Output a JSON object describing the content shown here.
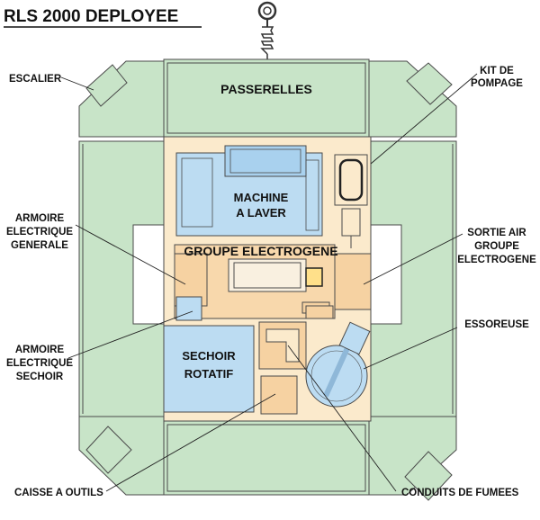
{
  "title": "RLS 2000 DEPLOYEE",
  "colors": {
    "walkway": "#c8e4c8",
    "interior": "#fbeacc",
    "equipment_blue": "#bcdcf2",
    "generator": "#f8d8ac",
    "outline": "#4a4a4a"
  },
  "zones": {
    "passerelles": "PASSERELLES",
    "machine_line1": "MACHINE",
    "machine_line2": "A LAVER",
    "groupe": "GROUPE ELECTROGENE",
    "sechoir_line1": "SECHOIR",
    "sechoir_line2": "ROTATIF"
  },
  "callouts": {
    "escalier": "ESCALIER",
    "kit_line1": "KIT DE",
    "kit_line2": "POMPAGE",
    "armoire_gen_line1": "ARMOIRE",
    "armoire_gen_line2": "ELECTRIQUE",
    "armoire_gen_line3": "GENERALE",
    "sortie_line1": "SORTIE AIR",
    "sortie_line2": "GROUPE",
    "sortie_line3": "ELECTROGENE",
    "essoreuse": "ESSOREUSE",
    "armoire_sec_line1": "ARMOIRE",
    "armoire_sec_line2": "ELECTRIQUE",
    "armoire_sec_line3": "SECHOIR",
    "caisse": "CAISSE A OUTILS",
    "conduits": "CONDUITS DE FUMEES"
  }
}
